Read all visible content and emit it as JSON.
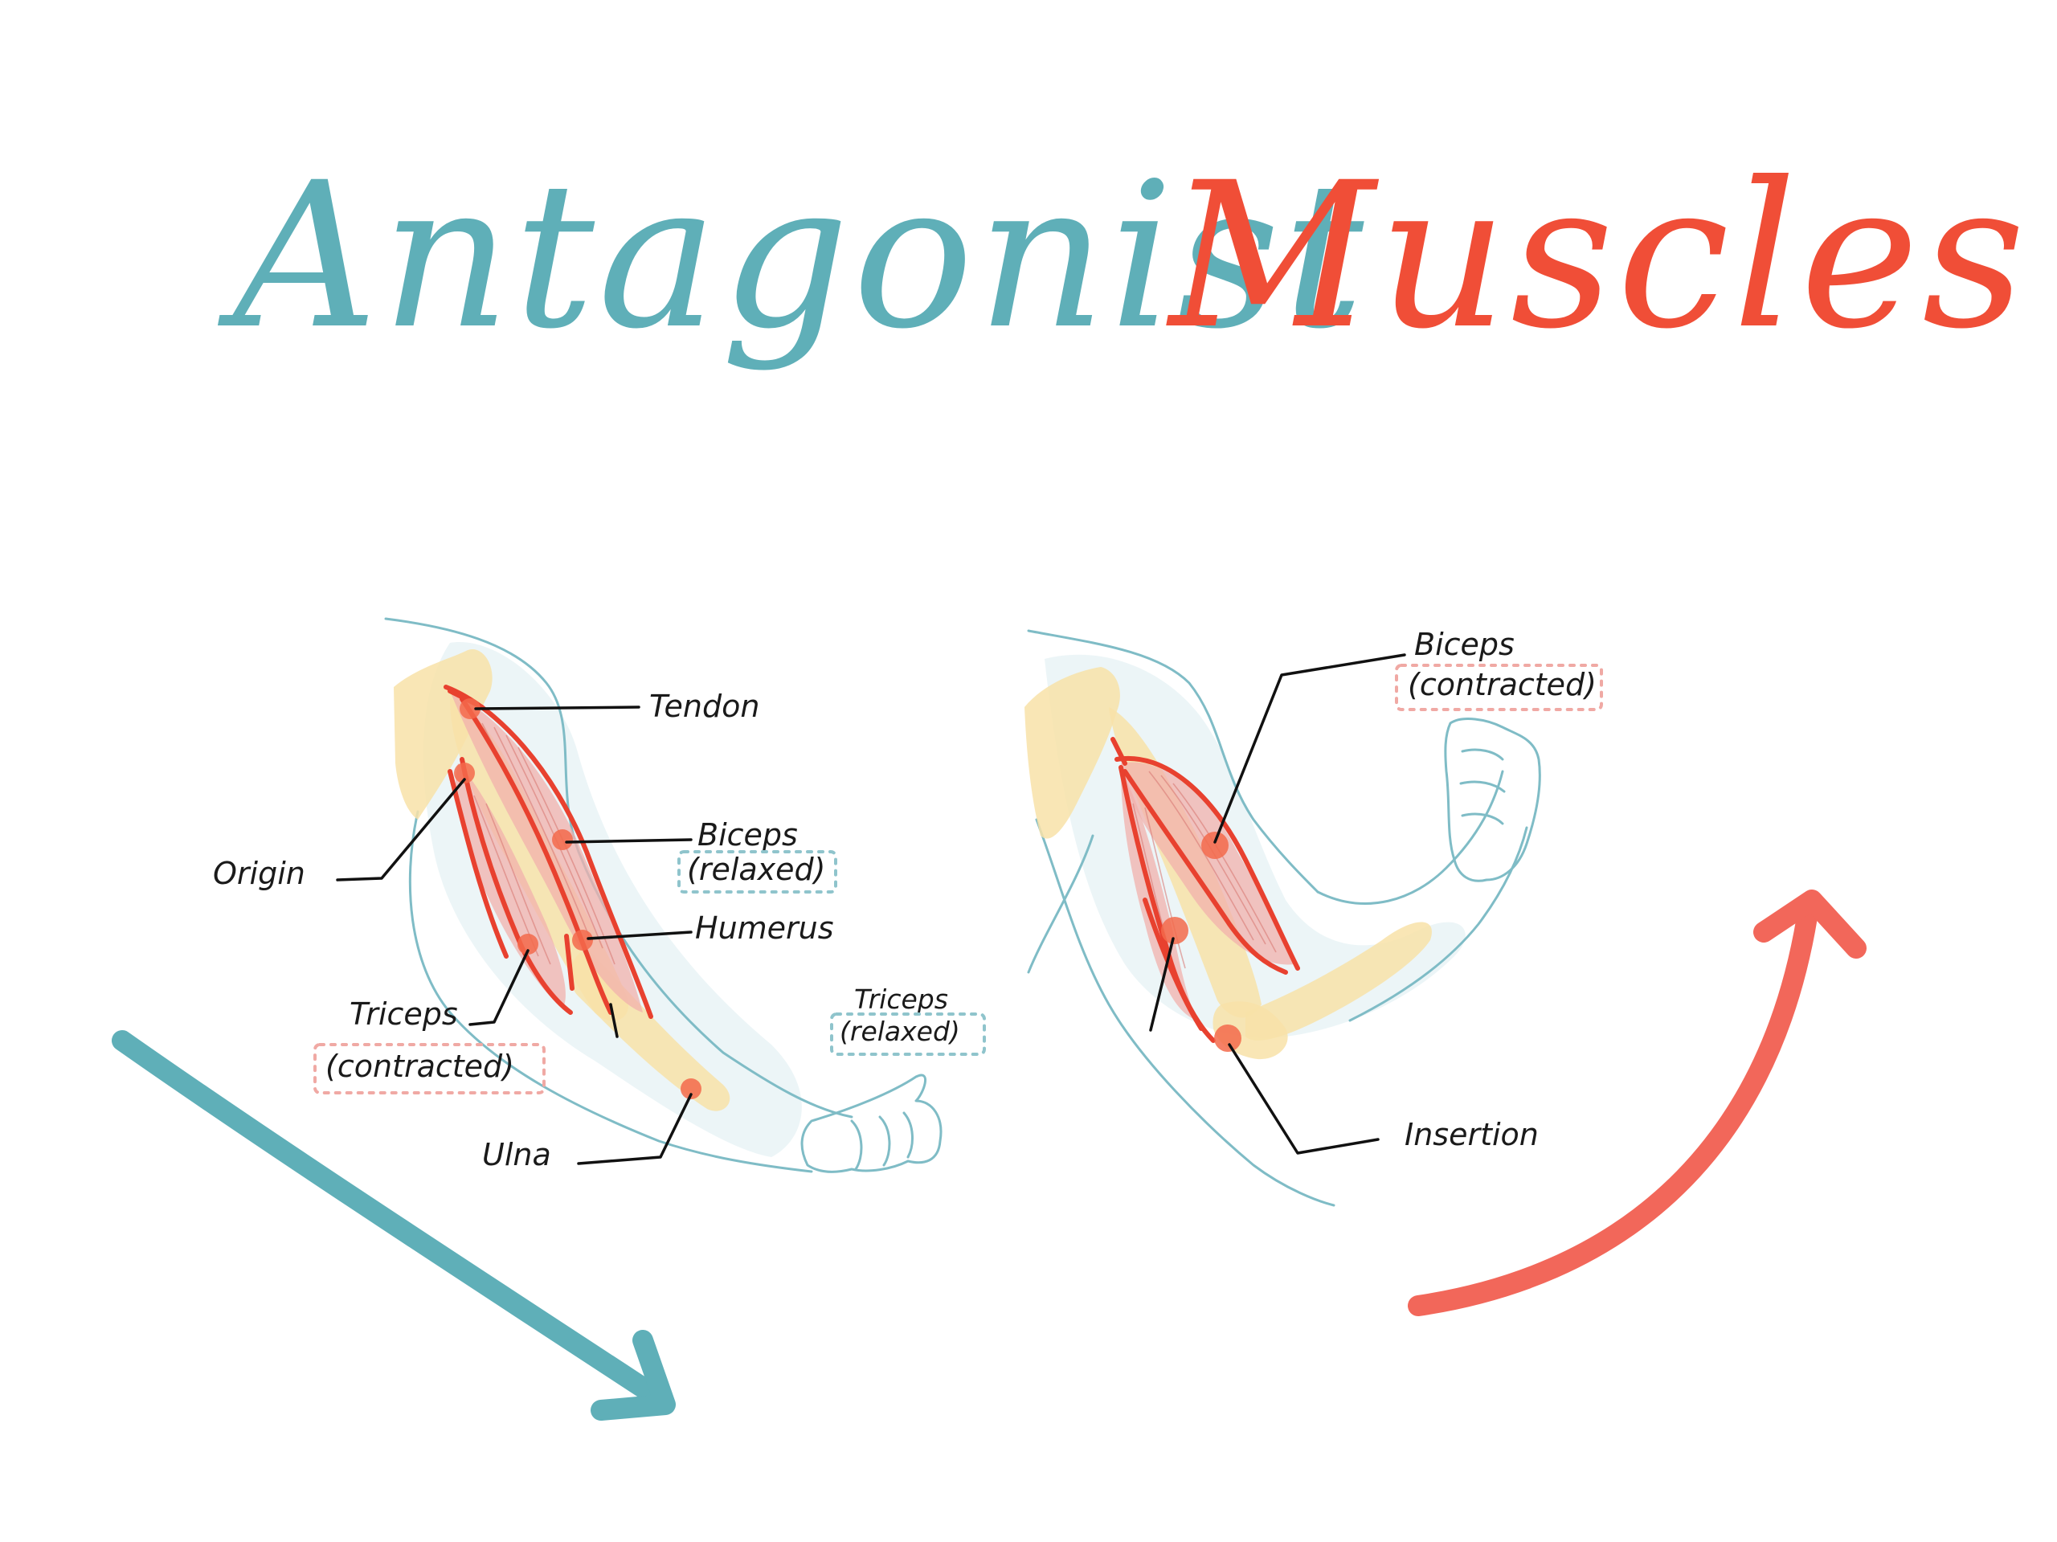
{
  "title": {
    "word1": "Antagonist",
    "word2": "Muscles",
    "color1": "#5fafb8",
    "color2": "#f04e37"
  },
  "left_arm": {
    "labels": {
      "tendon": "Tendon",
      "biceps": "Biceps",
      "biceps_state": "(relaxed)",
      "humerus": "Humerus",
      "origin": "Origin",
      "triceps_left": "Triceps",
      "triceps_left_state": "(contracted)",
      "triceps_right": "Triceps",
      "triceps_right_state": "(relaxed)",
      "ulna": "Ulna"
    }
  },
  "right_arm": {
    "labels": {
      "biceps": "Biceps",
      "biceps_state": "(contracted)",
      "insertion": "Insertion"
    }
  },
  "arrows": {
    "down_arrow_color": "#5fafb8",
    "up_arrow_color": "#f2675a"
  },
  "colors": {
    "muscle": "#e8412f",
    "bone": "#f8e2a8",
    "skin_outline": "#7fbcc6",
    "marker": "#f36a4b"
  }
}
